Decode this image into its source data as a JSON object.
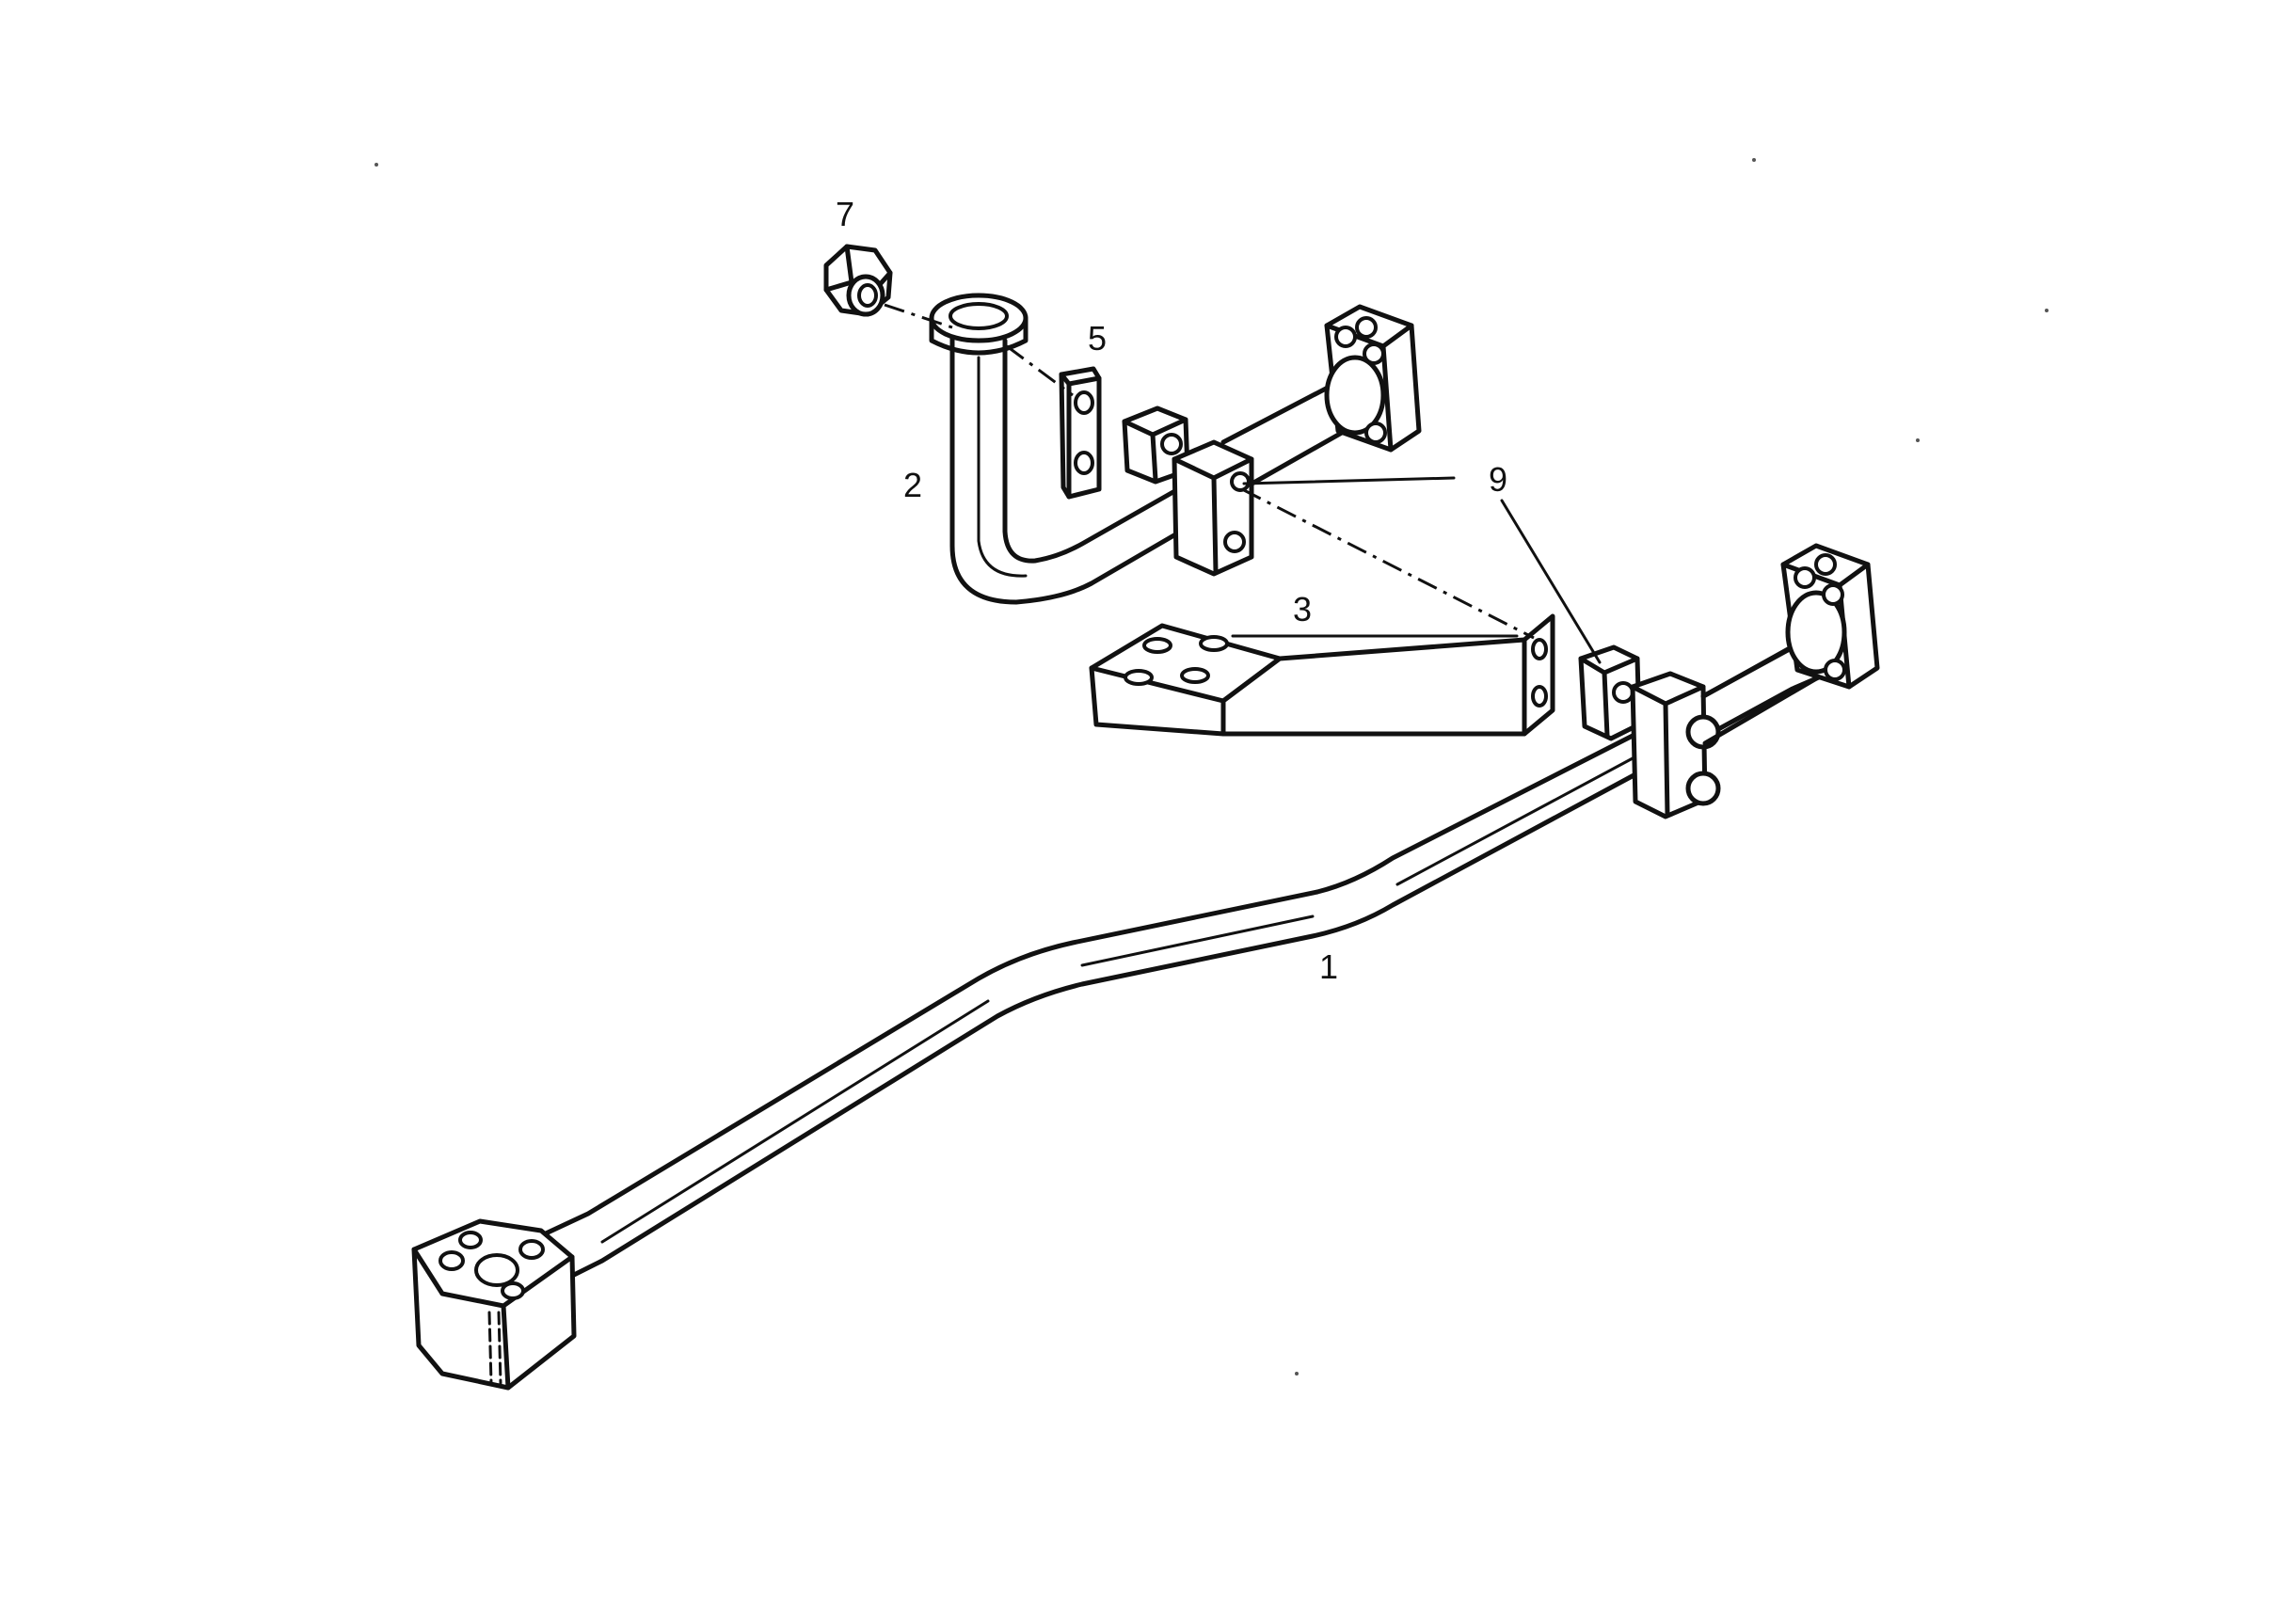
{
  "callouts": {
    "part_1": "1",
    "part_2": "2",
    "part_3": "3",
    "part_5": "5",
    "part_7": "7",
    "part_9": "9"
  },
  "colors": {
    "ink": "#111111",
    "paper": "#ffffff"
  }
}
